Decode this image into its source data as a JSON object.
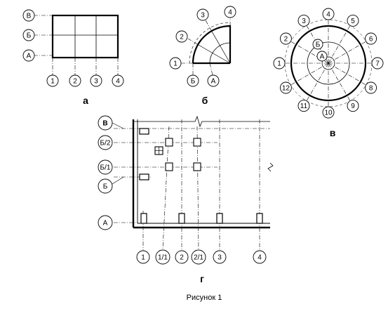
{
  "figure_a": {
    "label": "а",
    "row_axes": [
      "В",
      "Б",
      "А"
    ],
    "col_axes": [
      "1",
      "2",
      "3",
      "4"
    ]
  },
  "figure_b": {
    "label": "б",
    "radial_axes": [
      "1",
      "2",
      "3",
      "4"
    ],
    "arc_axes": [
      "Б",
      "А"
    ]
  },
  "figure_v": {
    "label": "в",
    "radial_axes": [
      "1",
      "2",
      "3",
      "4",
      "5",
      "6",
      "7",
      "8",
      "9",
      "10",
      "11",
      "12"
    ],
    "ring_axes": [
      "Б",
      "А"
    ]
  },
  "figure_g": {
    "label": "г",
    "row_axes": [
      "В",
      "Б/2",
      "Б/1",
      "Б",
      "А"
    ],
    "col_axes": [
      "1",
      "1/1",
      "2",
      "2/1",
      "3",
      "4"
    ]
  },
  "caption": "Рисунок 1"
}
